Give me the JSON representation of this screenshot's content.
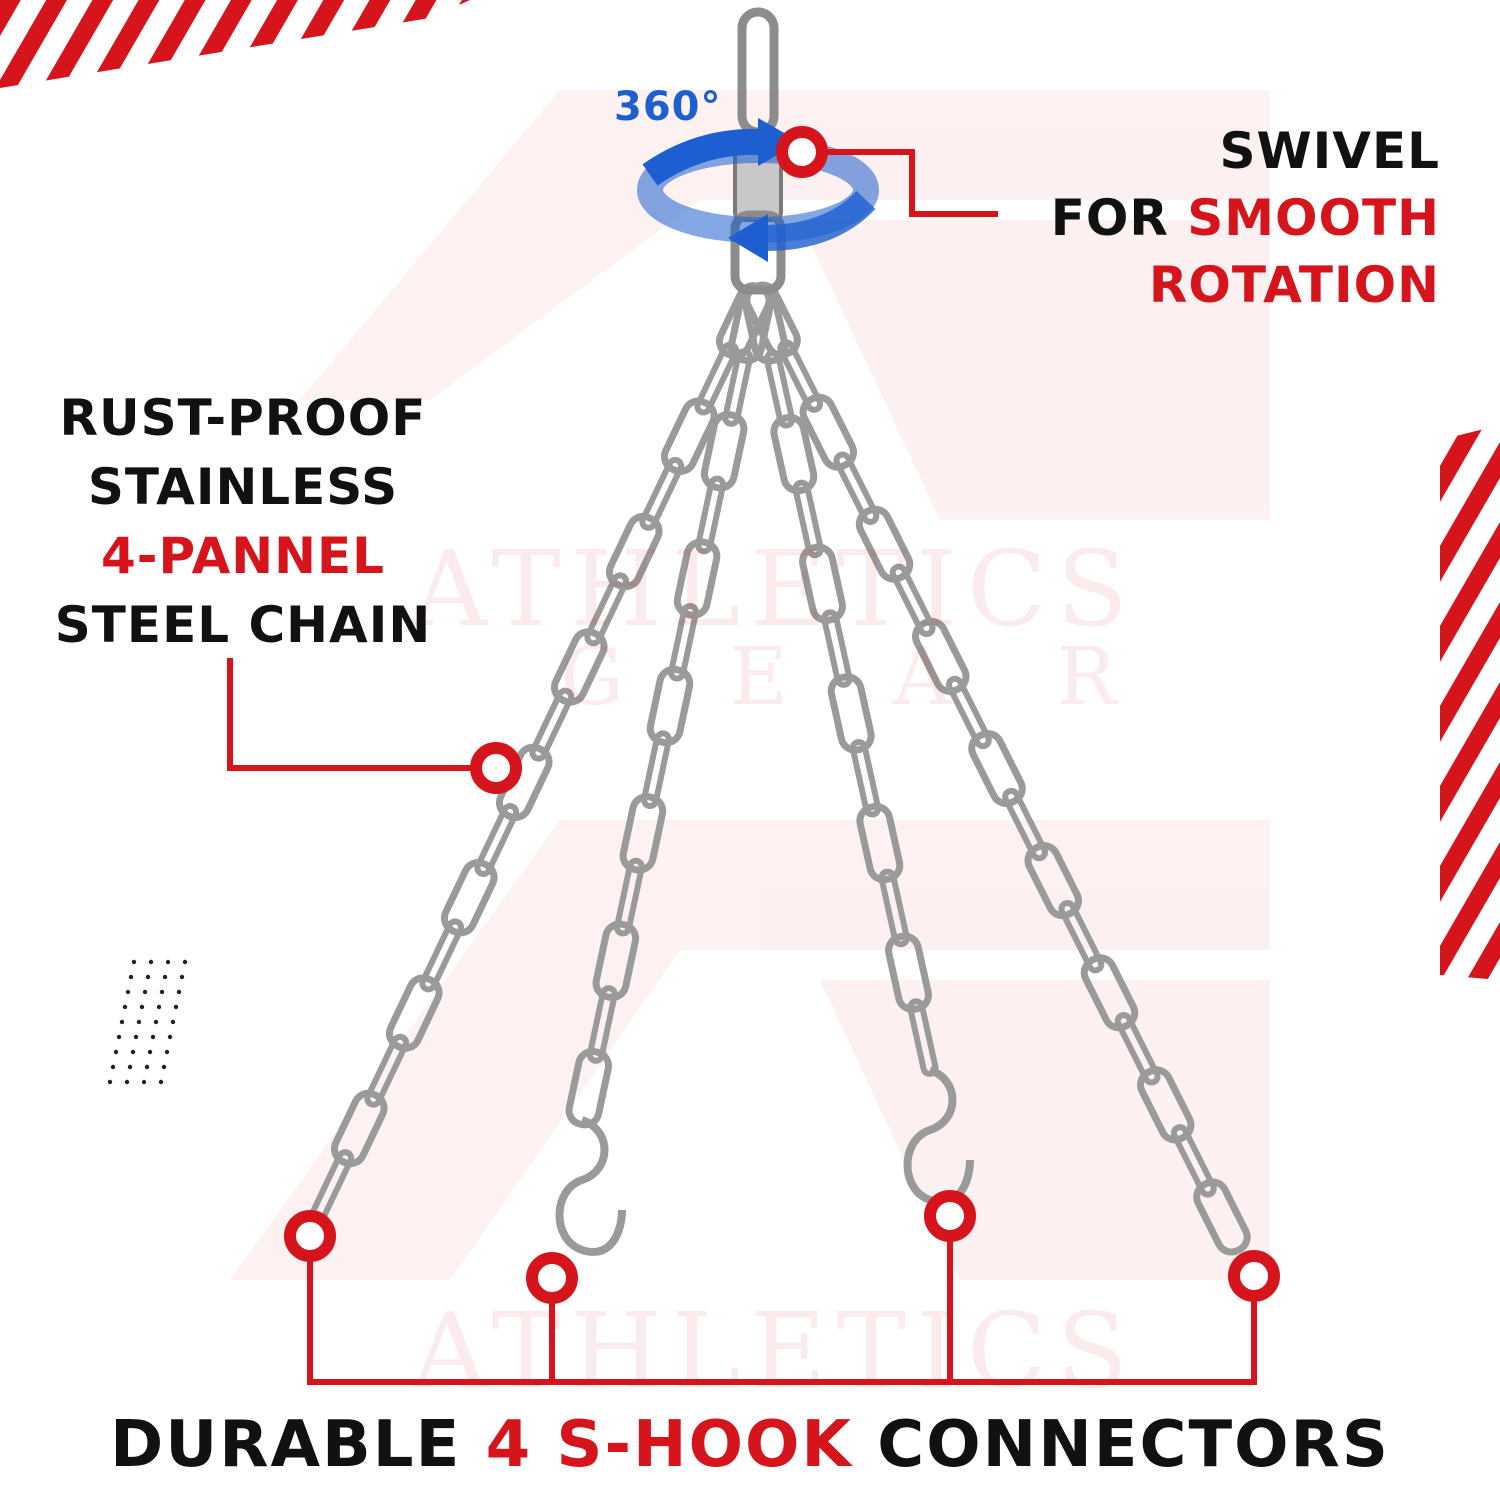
{
  "brand": {
    "watermark_name": "ATHLETICS",
    "watermark_sub": "G E A R",
    "accent_color": "#d6141c",
    "rotation_color": "#1d5fd0",
    "chain_color": "#9a9a9a"
  },
  "rotation_badge": {
    "text": "360°",
    "icon": "rotation-arrow-icon"
  },
  "swivel_callout": {
    "line1": "SWIVEL",
    "line2_plain": "FOR ",
    "line2_accent": "SMOOTH",
    "line3_accent": "ROTATION"
  },
  "chain_callout": {
    "line1": "RUST-PROOF",
    "line2": "STAINLESS",
    "line3_accent": "4-PANNEL",
    "line4": "STEEL CHAIN"
  },
  "bottom_caption": {
    "plain_start": "DURABLE ",
    "accent": "4 S-HOOK",
    "plain_end": " CONNECTORS"
  },
  "icons": [
    "callout-marker-icon",
    "rotation-arrow-icon",
    "chain-icon",
    "s-hook-icon",
    "stripe-decoration",
    "dot-grid-decoration"
  ]
}
